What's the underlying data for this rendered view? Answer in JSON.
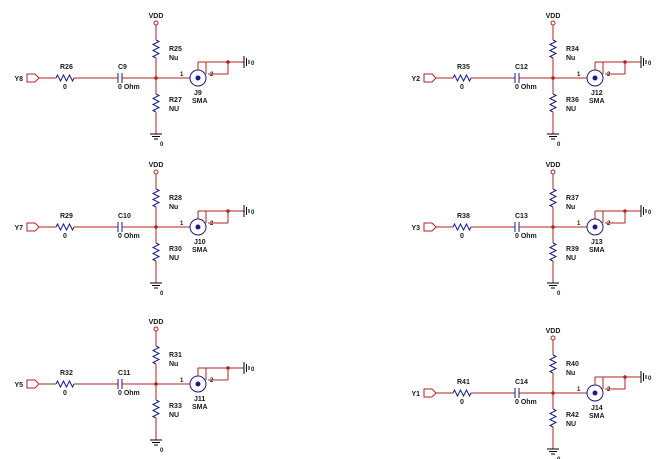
{
  "colors": {
    "wire": "#b22222",
    "part": "#1a1a8c",
    "text": "#1a1a1a"
  },
  "ground_label": "0",
  "signal_label": "0",
  "circuits": [
    {
      "net": "Y8",
      "vdd": "VDD",
      "r_series": "R26",
      "r_series_val": "0",
      "cap": "C9",
      "cap_val": "0 Ohm",
      "r_top": "R25",
      "r_top_val": "Nu",
      "r_bot": "R27",
      "r_bot_val": "NU",
      "conn": "J9",
      "conn_val": "SMA",
      "pin1": "1",
      "pin2": "2"
    },
    {
      "net": "Y7",
      "vdd": "VDD",
      "r_series": "R29",
      "r_series_val": "0",
      "cap": "C10",
      "cap_val": "0 Ohm",
      "r_top": "R28",
      "r_top_val": "Nu",
      "r_bot": "R30",
      "r_bot_val": "NU",
      "conn": "J10",
      "conn_val": "SMA",
      "pin1": "1",
      "pin2": "2"
    },
    {
      "net": "Y5",
      "vdd": "VDD",
      "r_series": "R32",
      "r_series_val": "0",
      "cap": "C11",
      "cap_val": "0 Ohm",
      "r_top": "R31",
      "r_top_val": "Nu",
      "r_bot": "R33",
      "r_bot_val": "NU",
      "conn": "J11",
      "conn_val": "SMA",
      "pin1": "1",
      "pin2": "2"
    },
    {
      "net": "Y2",
      "vdd": "VDD",
      "r_series": "R35",
      "r_series_val": "0",
      "cap": "C12",
      "cap_val": "0 Ohm",
      "r_top": "R34",
      "r_top_val": "Nu",
      "r_bot": "R36",
      "r_bot_val": "NU",
      "conn": "J12",
      "conn_val": "SMA",
      "pin1": "1",
      "pin2": "2"
    },
    {
      "net": "Y3",
      "vdd": "VDD",
      "r_series": "R38",
      "r_series_val": "0",
      "cap": "C13",
      "cap_val": "0 Ohm",
      "r_top": "R37",
      "r_top_val": "Nu",
      "r_bot": "R39",
      "r_bot_val": "NU",
      "conn": "J13",
      "conn_val": "SMA",
      "pin1": "1",
      "pin2": "2"
    },
    {
      "net": "Y1",
      "vdd": "VDD",
      "r_series": "R41",
      "r_series_val": "0",
      "cap": "C14",
      "cap_val": "0 Ohm",
      "r_top": "R40",
      "r_top_val": "Nu",
      "r_bot": "R42",
      "r_bot_val": "NU",
      "conn": "J14",
      "conn_val": "SMA",
      "pin1": "1",
      "pin2": "2"
    }
  ]
}
